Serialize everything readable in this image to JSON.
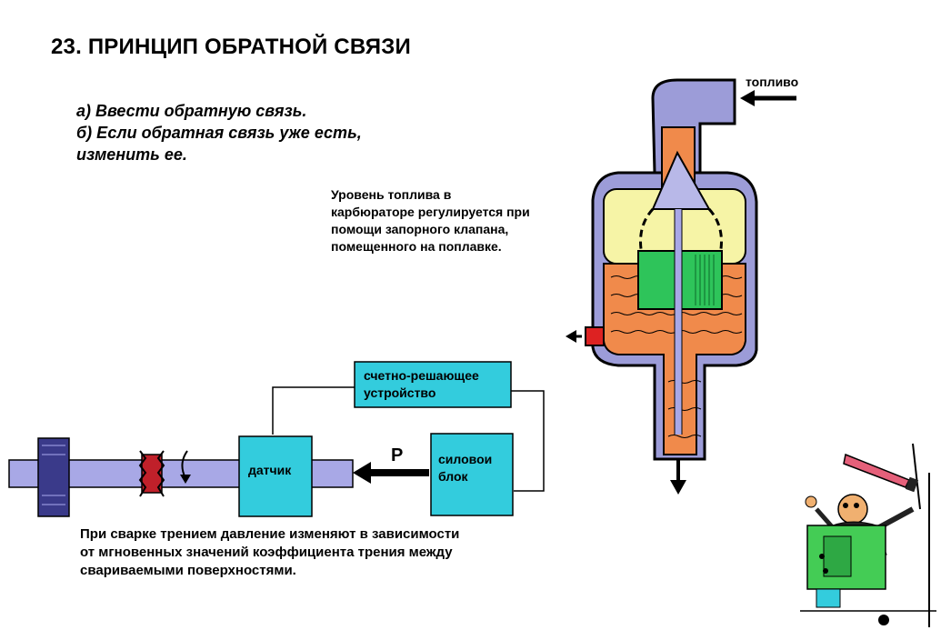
{
  "title": "23. ПРИНЦИП ОБРАТНОЙ СВЯЗИ",
  "rules": {
    "a": "а) Ввести обратную связь.",
    "b_line1": "б) Если обратная связь уже есть,",
    "b_line2": "изменить ее."
  },
  "carburetor": {
    "fuel_label": "топливо",
    "caption_line1": "Уровень топлива в",
    "caption_line2": "карбюраторе регулируется при",
    "caption_line3": "помощи запорного клапана,",
    "caption_line4": "помещенного на поплавке."
  },
  "friction_welding": {
    "compute_line1": "счетно-решающее",
    "compute_line2": "устройство",
    "sensor": "датчик",
    "power_line1": "силовои",
    "power_line2": "блок",
    "pressure_symbol": "P",
    "caption_line1": "При сварке трением давление изменяют в зависимости",
    "caption_line2": "от мгновенных значений коэффициента трения между",
    "caption_line3": "свариваемыми поверхностями."
  },
  "colors": {
    "fuel": "#f08a4b",
    "body": "#9c9cd8",
    "air": "#f6f4a6",
    "float": "#2ec45a",
    "box": "#33ccdd",
    "shaft": "#a8a8e6",
    "clamp": "#3a3a8a",
    "weld": "#c0202a"
  }
}
